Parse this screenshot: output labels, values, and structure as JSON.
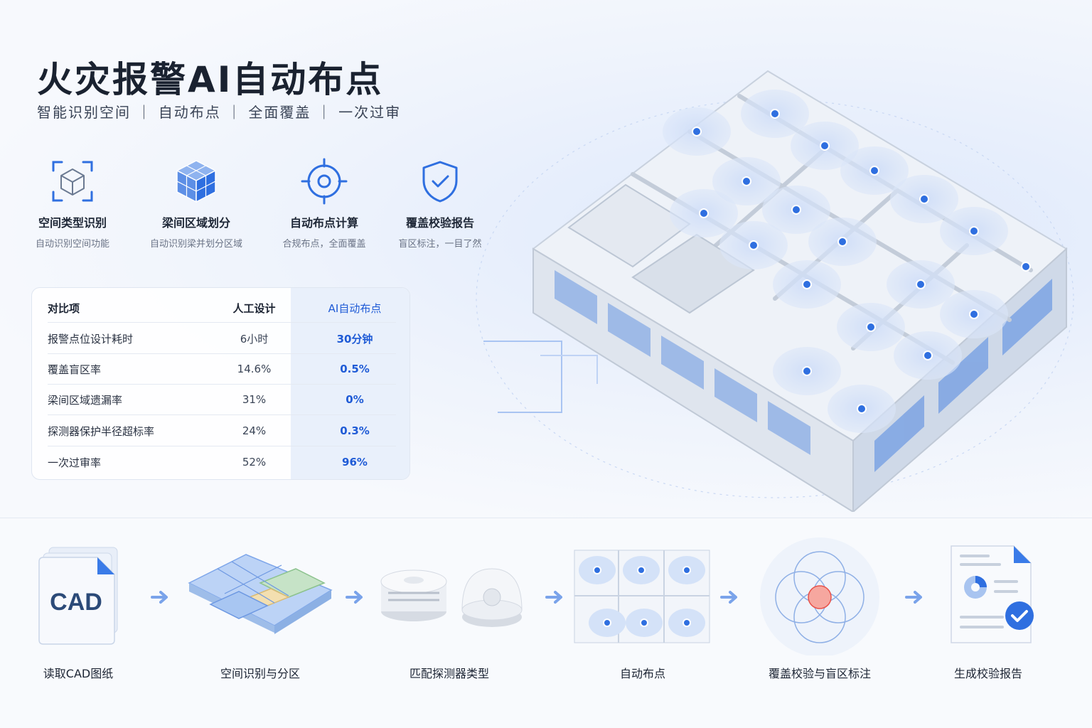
{
  "title": "火灾报警AI自动布点",
  "subtitle": "智能识别空间 ｜ 自动布点 ｜ 全面覆盖 ｜ 一次过审",
  "features": [
    {
      "name": "空间类型识别",
      "desc": "自动识别空间功能",
      "icon": "cube-scan-icon"
    },
    {
      "name": "梁间区域划分",
      "desc": "自动识别梁并划分区域",
      "icon": "cube-grid-icon"
    },
    {
      "name": "自动布点计算",
      "desc": "合规布点，全面覆盖",
      "icon": "target-icon"
    },
    {
      "name": "覆盖校验报告",
      "desc": "盲区标注，一目了然",
      "icon": "shield-check-icon"
    }
  ],
  "table": {
    "headers": [
      "对比项",
      "人工设计",
      "AI自动布点"
    ],
    "rows": [
      [
        "报警点位设计耗时",
        "6小时",
        "30分钟"
      ],
      [
        "覆盖盲区率",
        "14.6%",
        "0.5%"
      ],
      [
        "梁间区域遗漏率",
        "31%",
        "0%"
      ],
      [
        "探测器保护半径超标率",
        "24%",
        "0.3%"
      ],
      [
        "一次过审率",
        "52%",
        "96%"
      ]
    ]
  },
  "cad_text": "CAD",
  "steps": [
    {
      "label": "读取CAD图纸",
      "icon": "cad-document-icon"
    },
    {
      "label": "空间识别与分区",
      "icon": "zoned-floorplan-icon"
    },
    {
      "label": "匹配探测器类型",
      "icon": "smoke-detector-icon"
    },
    {
      "label": "自动布点",
      "icon": "detector-layout-icon"
    },
    {
      "label": "覆盖校验与盲区标注",
      "icon": "coverage-circles-icon"
    },
    {
      "label": "生成校验报告",
      "icon": "report-check-icon"
    }
  ],
  "colors": {
    "accent": "#1f5bd6",
    "icon_blue": "#2f6fe0",
    "blind_zone": "#e8524a"
  }
}
